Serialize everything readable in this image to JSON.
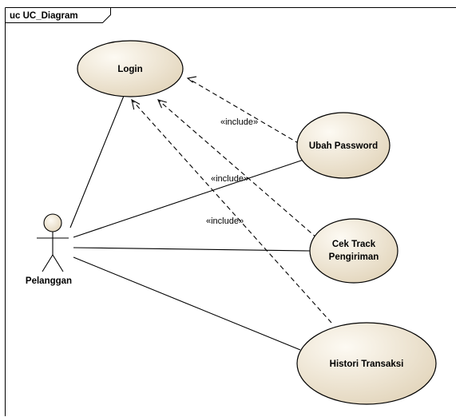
{
  "frame": {
    "title": "uc UC_Diagram"
  },
  "actor": {
    "name": "Pelanggan"
  },
  "use_cases": {
    "login": "Login",
    "ubah_password": "Ubah Password",
    "cek_track_line1": "Cek Track",
    "cek_track_line2": "Pengiriman",
    "histori_transaksi": "Histori Transaksi"
  },
  "relations": {
    "include_1": "«include»",
    "include_2": "«include»",
    "include_3": "«include»"
  },
  "colors": {
    "usecase_fill_light": "#fbf6ec",
    "usecase_fill_dark": "#e6dac3",
    "line": "#000000"
  }
}
